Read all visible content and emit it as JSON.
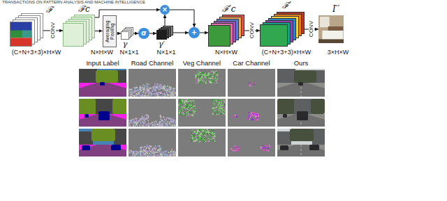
{
  "diagram": {
    "nodes": [
      {
        "text": [
          "ℱ",
          "(C+N+3+3)×H×W"
        ]
      },
      {
        "text": [
          "ℱc",
          "N×H×W"
        ]
      },
      {
        "text": [
          "Averaging Pooling"
        ]
      },
      {
        "text": [
          "γ",
          "N×1×1"
        ]
      },
      {
        "text": [
          "σ"
        ]
      },
      {
        "text": [
          "γ′",
          "N×1×1"
        ]
      },
      {
        "text": [
          "×"
        ]
      },
      {
        "text": [
          "+"
        ]
      },
      {
        "text": [
          "ℱ′c",
          "N×H×W"
        ]
      },
      {
        "text": [
          "ℱ′",
          "(C+N+3+3)×H×W"
        ]
      },
      {
        "text": [
          "I′′",
          "3×H×W"
        ]
      }
    ],
    "edges": [
      {
        "from": 0,
        "to": 1,
        "label": "CONV",
        "arrow": "to"
      },
      {
        "from": 1,
        "to": 2,
        "arrow": "to"
      },
      {
        "from": 2,
        "to": 3,
        "arrow": "to"
      },
      {
        "from": 3,
        "to": 4,
        "arrow": "to"
      },
      {
        "from": 4,
        "to": 5,
        "arrow": "to"
      },
      {
        "from": 1,
        "to": 6,
        "arrow": "to"
      },
      {
        "from": 5,
        "to": 6,
        "arrow": "to"
      },
      {
        "from": 6,
        "to": 7,
        "arrow": "to"
      },
      {
        "from": 5,
        "to": 7,
        "arrow": "to"
      },
      {
        "from": 7,
        "to": 8,
        "arrow": "to"
      },
      {
        "from": 8,
        "to": 9,
        "label": "CONV",
        "arrow": "to"
      },
      {
        "from": 9,
        "to": 10,
        "label": "CONV",
        "arrow": "to"
      }
    ],
    "labels": [
      "TRANSACTIONS ON PATTERN ANALYSIS AND MACHINE INTELLIGENCE",
      "Input Label",
      "Road Channel",
      "Veg Channel",
      "Car Channel",
      "Ours"
    ]
  }
}
